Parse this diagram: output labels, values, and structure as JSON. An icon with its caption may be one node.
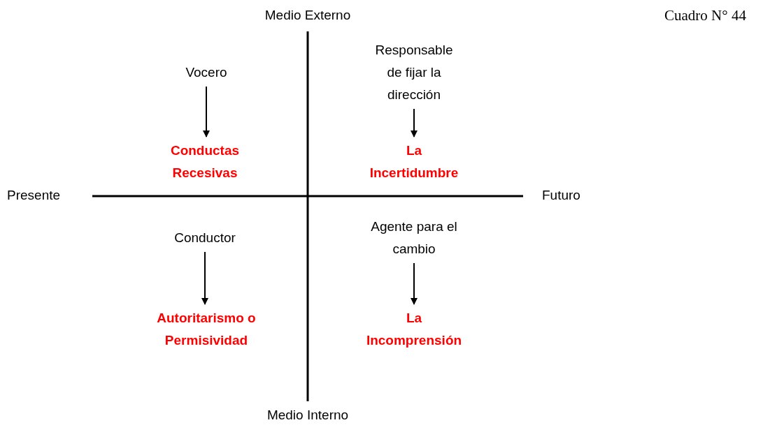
{
  "diagram": {
    "nodes": [
      {
        "text": [
          "Vocero"
        ]
      },
      {
        "text": [
          "Conductas Recesivas"
        ]
      },
      {
        "text": [
          "Responsable de fijar la dirección"
        ]
      },
      {
        "text": [
          "La Incertidumbre"
        ]
      },
      {
        "text": [
          "Conductor"
        ]
      },
      {
        "text": [
          "Autoritarismo o Permisividad"
        ]
      },
      {
        "text": [
          "Agente para el cambio"
        ]
      },
      {
        "text": [
          "La Incomprensión"
        ]
      }
    ],
    "edges": [
      {
        "from": 0,
        "to": 1,
        "arrow": "to"
      },
      {
        "from": 2,
        "to": 3,
        "arrow": "to"
      },
      {
        "from": 4,
        "to": 5,
        "arrow": "to"
      },
      {
        "from": 6,
        "to": 7,
        "arrow": "to"
      }
    ],
    "labels": [
      "Medio Externo",
      "Cuadro N° 44",
      "Presente",
      "Futuro",
      "Medio Interno"
    ]
  }
}
